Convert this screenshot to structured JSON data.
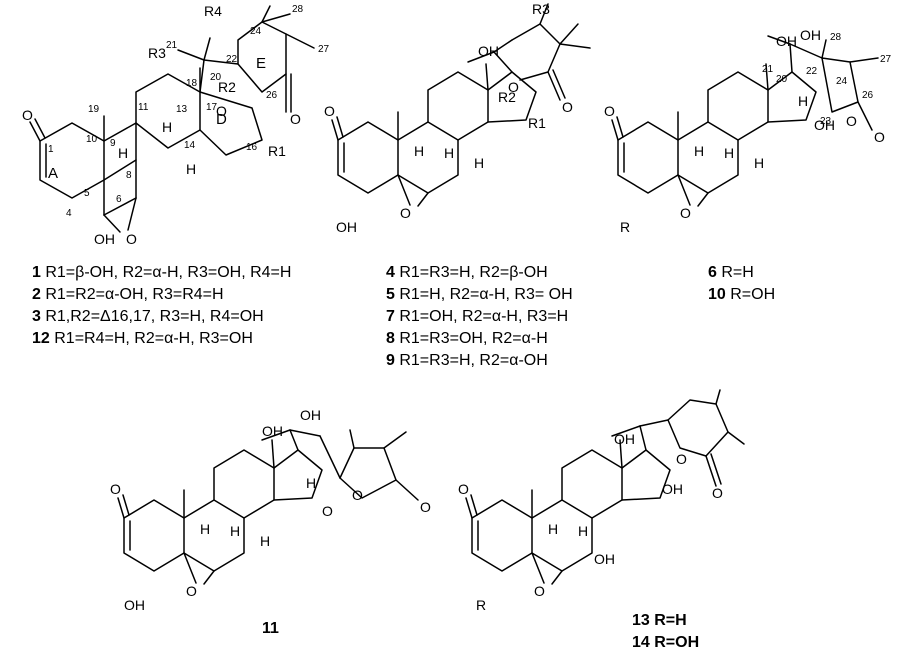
{
  "compound_numbers": {
    "c11": "11",
    "c13": "13 R=H",
    "c14": "14 R=OH"
  },
  "structure_labels": {
    "R1": "R1",
    "R2": "R2",
    "R3": "R3",
    "R4": "R4",
    "R": "R",
    "OH": "OH",
    "O": "O",
    "H": "H",
    "ring_A": "A",
    "ring_D": "D",
    "ring_E": "E",
    "n1": "1",
    "n4": "4",
    "n5": "5",
    "n6": "6",
    "n8": "8",
    "n9": "9",
    "n10": "10",
    "n11": "11",
    "n13": "13",
    "n14": "14",
    "n16": "16",
    "n17": "17",
    "n18": "18",
    "n19": "19",
    "n20": "20",
    "n21": "21",
    "n22": "22",
    "n23": "23",
    "n24": "24",
    "n26": "26",
    "n27": "27",
    "n28": "28"
  },
  "captions": {
    "group1": [
      {
        "num": "1",
        "text": " R1=β-OH, R2=α-H, R3=OH, R4=H"
      },
      {
        "num": "2",
        "text": " R1=R2=α-OH, R3=R4=H"
      },
      {
        "num": "3",
        "text": " R1,R2=Δ16,17, R3=H, R4=OH"
      },
      {
        "num": "12",
        "text": " R1=R4=H, R2=α-H, R3=OH"
      }
    ],
    "group2": [
      {
        "num": "4",
        "text": " R1=R3=H, R2=β-OH"
      },
      {
        "num": "5",
        "text": " R1=H, R2=α-H, R3= OH"
      },
      {
        "num": "7",
        "text": " R1=OH, R2=α-H, R3=H"
      },
      {
        "num": "8",
        "text": " R1=R3=OH, R2=α-H"
      },
      {
        "num": "9",
        "text": " R1=R3=H, R2=α-OH"
      }
    ],
    "group3": [
      {
        "num": "6",
        "text": " R=H"
      },
      {
        "num": "10",
        "text": " R=OH"
      }
    ]
  }
}
